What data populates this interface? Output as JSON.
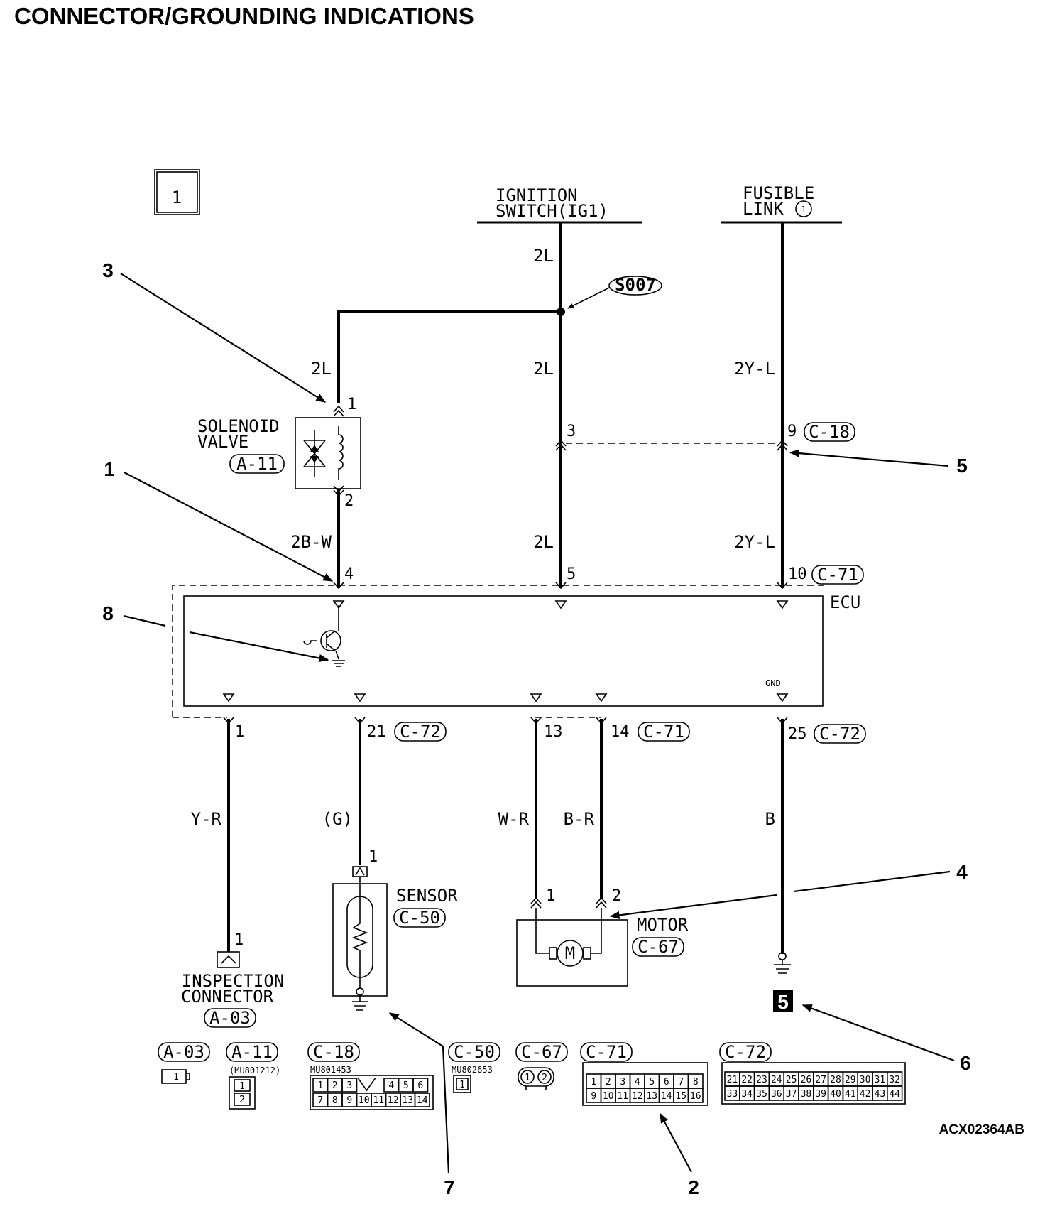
{
  "title": "CONNECTOR/GROUNDING INDICATIONS",
  "section_number": "1",
  "document_code": "ACX02364AB",
  "sources": {
    "ignition": {
      "line1": "IGNITION",
      "line2": "SWITCH(IG1)"
    },
    "fusible": {
      "line1": "FUSIBLE",
      "line2": "LINK",
      "circle": "1"
    }
  },
  "splice": "S007",
  "wires": {
    "ign_top": "2L",
    "sol_top": "2L",
    "ign_mid": "2L",
    "fus_mid": "2Y-L",
    "sol_bottom": "2B-W",
    "ign_bottom": "2L",
    "fus_bottom": "2Y-L",
    "insp": "Y-R",
    "sensor": "(G)",
    "motor1": "W-R",
    "motor2": "B-R",
    "ground": "B"
  },
  "pins": {
    "sol1": "1",
    "sol2": "2",
    "c18_3": "3",
    "c18_9": "9",
    "ecu_4": "4",
    "ecu_5": "5",
    "ecu_10": "10",
    "ecu_1": "1",
    "ecu_21": "21",
    "ecu_13": "13",
    "ecu_14": "14",
    "ecu_25": "25",
    "sensor_1": "1",
    "motor_1": "1",
    "motor_2": "2",
    "insp_1": "1"
  },
  "connectors": {
    "c18": "C-18",
    "c71_top": "C-71",
    "c72_21": "C-72",
    "c71_14": "C-71",
    "c72_25": "C-72"
  },
  "components": {
    "solenoid": {
      "line1": "SOLENOID",
      "line2": "VALVE",
      "code": "A-11"
    },
    "ecu": {
      "label": "ECU",
      "gnd": "GND"
    },
    "sensor": {
      "label": "SENSOR",
      "code": "C-50"
    },
    "motor": {
      "label": "MOTOR",
      "code": "C-67",
      "symbol": "M"
    },
    "inspection": {
      "line1": "INSPECTION",
      "line2": "CONNECTOR",
      "code": "A-03"
    },
    "ground_number": "5"
  },
  "callouts": [
    "1",
    "2",
    "3",
    "4",
    "5",
    "6",
    "7",
    "8"
  ],
  "legend": {
    "a03": {
      "code": "A-03",
      "pin": "1"
    },
    "a11": {
      "code": "A-11",
      "part": "(MU801212)",
      "pins": [
        "1",
        "2"
      ]
    },
    "c18": {
      "code": "C-18",
      "part": "MU801453",
      "row1": [
        "1",
        "2",
        "3",
        "",
        "4",
        "5",
        "6"
      ],
      "row2": [
        "7",
        "8",
        "9",
        "10",
        "11",
        "12",
        "13",
        "14"
      ]
    },
    "c50": {
      "code": "C-50",
      "part": "MU802653",
      "pin": "1"
    },
    "c67": {
      "code": "C-67",
      "pins": [
        "1",
        "2"
      ]
    },
    "c71": {
      "code": "C-71",
      "row1": [
        "1",
        "2",
        "3",
        "4",
        "5",
        "6",
        "7",
        "8"
      ],
      "row2": [
        "9",
        "10",
        "11",
        "12",
        "13",
        "14",
        "15",
        "16"
      ]
    },
    "c72": {
      "code": "C-72",
      "row1": [
        "21",
        "22",
        "23",
        "24",
        "25",
        "26",
        "27",
        "28",
        "29",
        "30",
        "31",
        "32"
      ],
      "row2": [
        "33",
        "34",
        "35",
        "36",
        "37",
        "38",
        "39",
        "40",
        "41",
        "42",
        "43",
        "44"
      ]
    }
  }
}
